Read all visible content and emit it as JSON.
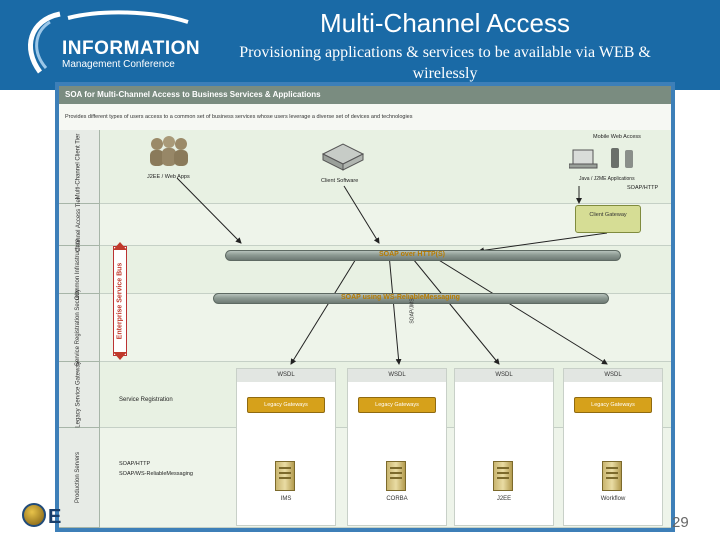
{
  "header": {
    "logo_title": "INFORMATION",
    "logo_subtitle": "Management Conference",
    "title": "Multi-Channel Access",
    "subtitle": "Provisioning  applications & services to be available via WEB & wirelessly"
  },
  "diagram": {
    "title": "SOA for Multi-Channel Access to Business Services & Applications",
    "subtitle": "Provides different types of users access to a common set of business services whose users leverage a diverse set of devices and technologies",
    "lanes": [
      "Multi-Channel Client Tier",
      "Channel Access Tier",
      "Common Infrastructure",
      "Service Registration Security",
      "Legacy Service Gateway",
      "Production Servers"
    ],
    "clients": {
      "users_label": "J2EE / Web Apps",
      "client_software_label": "Client Software",
      "mobile_label": "Mobile Web Access",
      "j2me_label": "Java / J2ME Applications",
      "soap_http_label": "SOAP/HTTP",
      "client_gateway_label": "Client Gateway"
    },
    "buses": {
      "soap_http": "SOAP over HTTP(S)",
      "soap_ws": "SOAP using WS-ReliableMessaging",
      "esb": "Enterprise Service Bus",
      "vertical_label": "SOAP/JMS"
    },
    "service_registration": "Service Registration",
    "protocol_labels": [
      "SOAP/HTTP",
      "SOAP/WS-ReliableMessaging"
    ],
    "backends": [
      {
        "wsdl": "WSDL",
        "gateway": "Legacy Gateways",
        "server": "IMS"
      },
      {
        "wsdl": "WSDL",
        "gateway": "Legacy Gateways",
        "server": "CORBA"
      },
      {
        "wsdl": "WSDL",
        "gateway": "",
        "server": "J2EE"
      },
      {
        "wsdl": "WSDL",
        "gateway": "Legacy Gateways",
        "server": "Workflow"
      }
    ]
  },
  "footer": {
    "logo_letter": "E",
    "page_number": "29"
  },
  "colors": {
    "header_bg": "#1a6aa6",
    "lane_bg": "#eef4ea",
    "bus_label": "#b77b00",
    "gateway_btn": "#d6a11b",
    "esb_red": "#c0392b"
  }
}
